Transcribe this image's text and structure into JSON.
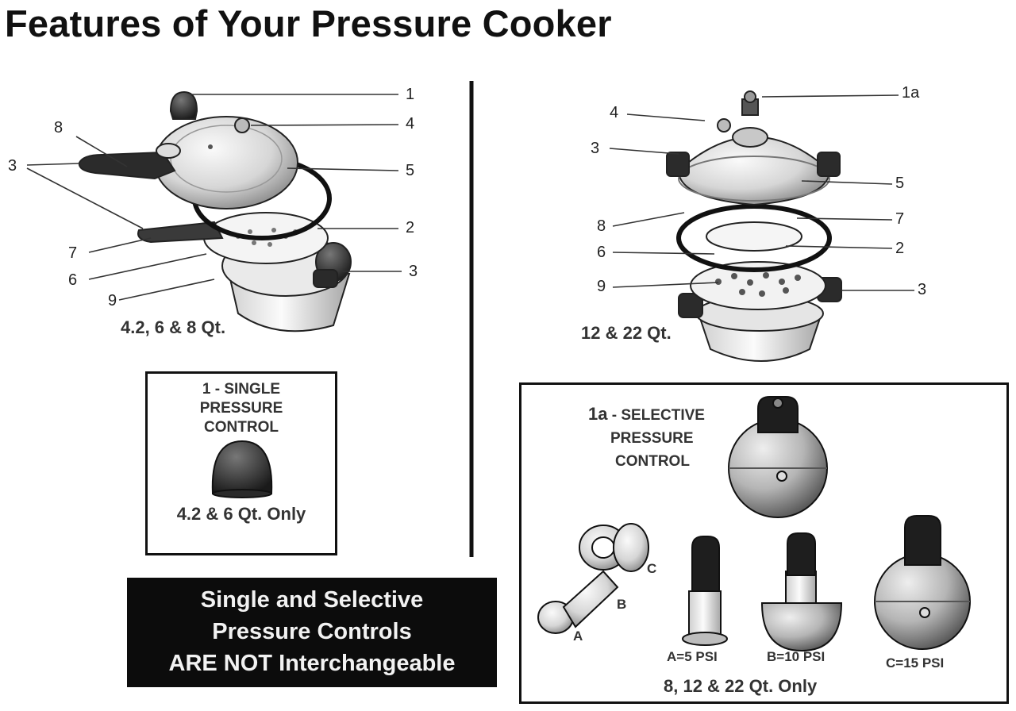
{
  "title": "Features of Your Pressure Cooker",
  "left_diagram": {
    "callouts": [
      "1",
      "8",
      "4",
      "3",
      "5",
      "2",
      "7",
      "6",
      "3",
      "9"
    ],
    "caption": "4.2, 6 & 8 Qt."
  },
  "right_diagram": {
    "callouts": [
      "1a",
      "4",
      "3",
      "5",
      "8",
      "7",
      "6",
      "2",
      "9",
      "3"
    ],
    "caption": "12 & 22 Qt."
  },
  "single_box": {
    "line1": "1 - SINGLE",
    "line2": "PRESSURE",
    "line3": "CONTROL",
    "footer": "4.2 & 6 Qt. Only"
  },
  "warning": {
    "line1": "Single and Selective",
    "line2": "Pressure Controls",
    "line3": "ARE NOT Interchangeable"
  },
  "selective_box": {
    "num": "1a",
    "line1": "- SELECTIVE",
    "line2": "PRESSURE",
    "line3": "CONTROL",
    "letter_a": "A",
    "letter_b": "B",
    "letter_c": "C",
    "psi_a": "A=5 PSI",
    "psi_b": "B=10 PSI",
    "psi_c": "C=15 PSI",
    "footer": "8, 12 & 22 Qt. Only"
  }
}
